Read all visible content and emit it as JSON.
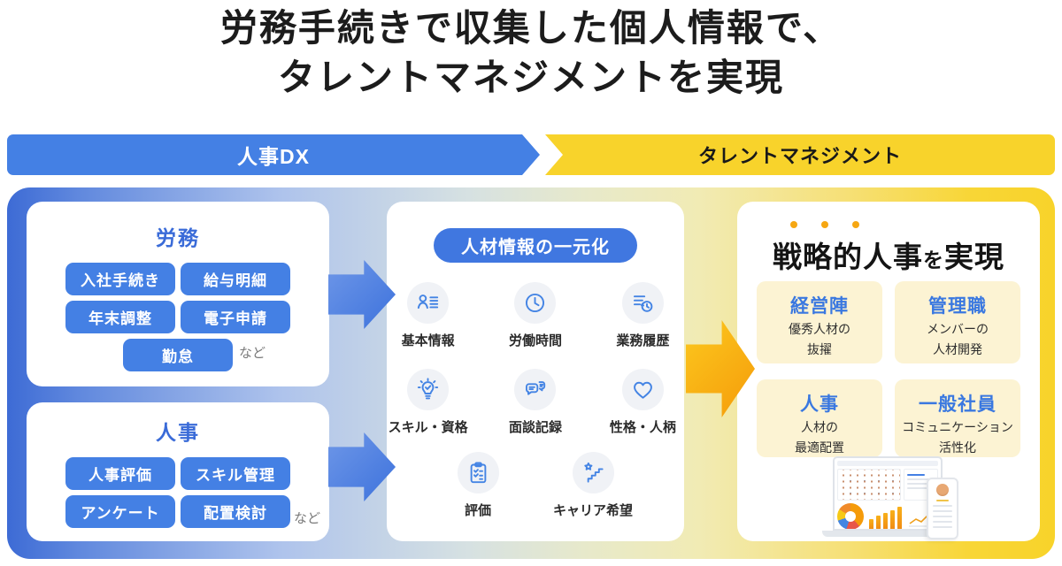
{
  "title": {
    "line1": "労務手続きで収集した個人情報で、",
    "line2": "タレントマネジメントを実現"
  },
  "banner": {
    "left_label": "人事DX",
    "right_label": "タレントマネジメント"
  },
  "left": {
    "cards": [
      {
        "title": "労務",
        "buttons": [
          "入社手続き",
          "給与明細",
          "年末調整",
          "電子申請",
          "勤怠"
        ],
        "etc": "など"
      },
      {
        "title": "人事",
        "buttons": [
          "人事評価",
          "スキル管理",
          "アンケート",
          "配置検討"
        ],
        "etc": "など"
      }
    ]
  },
  "middle": {
    "pill": "人材情報の一元化",
    "items": [
      {
        "label": "基本情報",
        "icon": "profile-list-icon"
      },
      {
        "label": "労働時間",
        "icon": "clock-icon"
      },
      {
        "label": "業務履歴",
        "icon": "history-icon"
      },
      {
        "label": "スキル・資格",
        "icon": "lightbulb-check-icon"
      },
      {
        "label": "面談記録",
        "icon": "chat-bubbles-icon"
      },
      {
        "label": "性格・人柄",
        "icon": "heart-icon"
      },
      {
        "label": "評価",
        "icon": "clipboard-checklist-icon"
      },
      {
        "label": "キャリア希望",
        "icon": "stairs-star-icon"
      }
    ]
  },
  "right": {
    "heading": {
      "emphasis": "戦略的人事",
      "particle": "を",
      "rest": "実現"
    },
    "boxes": [
      {
        "title": "経営陣",
        "line1": "優秀人材の",
        "line2": "抜擢"
      },
      {
        "title": "管理職",
        "line1": "メンバーの",
        "line2": "人材開発"
      },
      {
        "title": "人事",
        "line1": "人材の",
        "line2": "最適配置"
      },
      {
        "title": "一般社員",
        "line1": "コミュニケーション",
        "line2": "活性化"
      }
    ]
  },
  "colors": {
    "brand_blue": "#4480e4",
    "banner_yellow": "#f8d32b",
    "arrow_orange": "#f59b0a",
    "benefit_cream": "#fcf3d3",
    "accent_dot_orange": "#f6a713",
    "title_text": "#1c1c1c",
    "card_title_blue": "#3a6bd8"
  }
}
